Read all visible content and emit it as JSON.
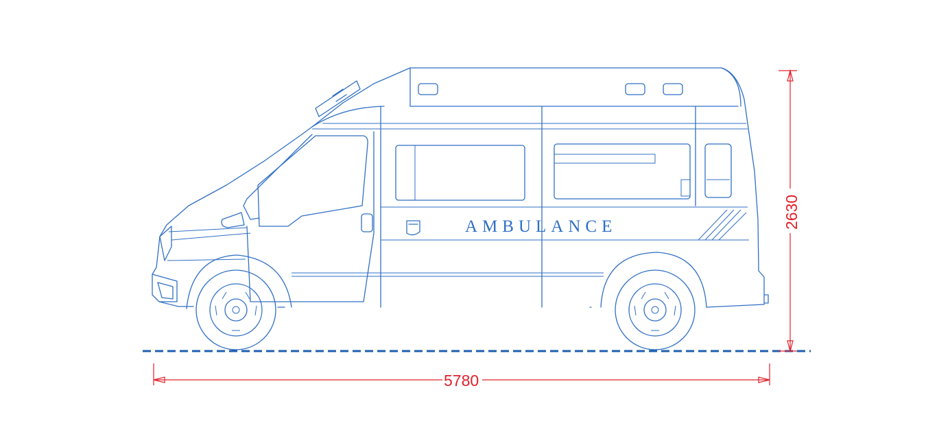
{
  "vehicle": {
    "side_text": "AMBULANCE"
  },
  "dimensions": {
    "length": "5780",
    "height": "2630"
  },
  "colors": {
    "outline": "#2f6fc4",
    "dimension": "#e0202a",
    "ground": "#1e5fae"
  }
}
